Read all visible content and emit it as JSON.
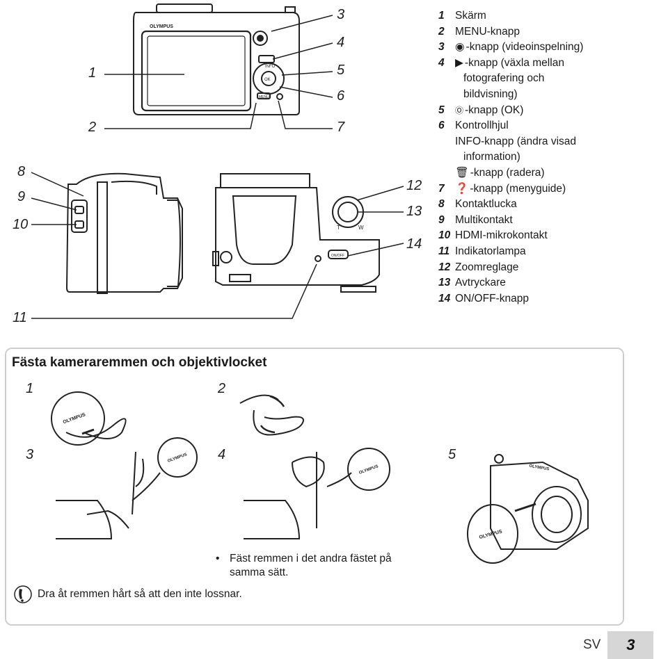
{
  "callouts_top": [
    "1",
    "2",
    "3",
    "4",
    "5",
    "6",
    "7"
  ],
  "callouts_mid": [
    "8",
    "9",
    "10",
    "11",
    "12",
    "13",
    "14"
  ],
  "legend": [
    {
      "num": "1",
      "text": "Skärm"
    },
    {
      "num": "2",
      "text": "MENU-knapp"
    },
    {
      "num": "3",
      "text": "-knapp (videoinspelning)"
    },
    {
      "num": "4",
      "text": "-knapp (växla mellan"
    },
    {
      "num": "",
      "text": "fotografering och"
    },
    {
      "num": "",
      "text": "bildvisning)"
    },
    {
      "num": "5",
      "text": "-knapp (OK)"
    },
    {
      "num": "6",
      "text": "Kontrollhjul"
    },
    {
      "num": "",
      "text": "INFO-knapp (ändra visad"
    },
    {
      "num": "",
      "text": "information)"
    },
    {
      "num": "",
      "text": "-knapp (radera)"
    },
    {
      "num": "7",
      "text": "-knapp (menyguide)"
    },
    {
      "num": "8",
      "text": "Kontaktlucka"
    },
    {
      "num": "9",
      "text": "Multikontakt"
    },
    {
      "num": "10",
      "text": "HDMI-mikrokontakt"
    },
    {
      "num": "11",
      "text": "Indikatorlampa"
    },
    {
      "num": "12",
      "text": "Zoomreglage"
    },
    {
      "num": "13",
      "text": "Avtryckare"
    },
    {
      "num": "14",
      "text": "ON/OFF-knapp"
    }
  ],
  "camera_labels": {
    "brand": "OLYMPUS",
    "info": "INFO",
    "ok": "OK",
    "menu": "MENU",
    "zoom_t": "T",
    "zoom_w": "W",
    "onoff": "ON/OFF"
  },
  "section": {
    "title": "Fästa kameraremmen och objektivlocket",
    "steps": [
      "1",
      "2",
      "3",
      "4",
      "5"
    ],
    "note": "Fäst remmen i det andra fästet på samma sätt.",
    "warning": "Dra åt remmen hårt så att den inte lossnar."
  },
  "footer": {
    "lang": "SV",
    "page": "3"
  }
}
